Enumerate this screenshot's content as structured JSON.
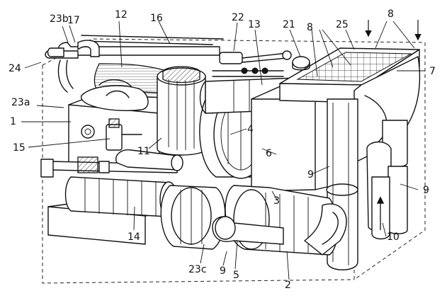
{
  "figure": {
    "labels": {
      "l1": "1",
      "l2": "2",
      "l3": "3",
      "l4": "4",
      "l5": "5",
      "l6": "6",
      "l7": "7",
      "l8a": "8",
      "l8b": "8",
      "l9a": "9",
      "l9b": "9",
      "l9c": "9",
      "l10": "10",
      "l11": "11",
      "l12": "12",
      "l13": "13",
      "l14": "14",
      "l15": "15",
      "l16": "16",
      "l17": "17",
      "l21": "21",
      "l22": "22",
      "l23a": "23a",
      "l23b": "23b",
      "l23c": "23c",
      "l24": "24",
      "l25": "25"
    }
  }
}
